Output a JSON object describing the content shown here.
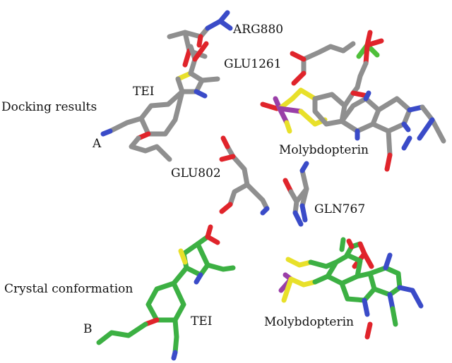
{
  "panels": {
    "docking": {
      "title": "Docking results",
      "letter": "A",
      "labels": {
        "arg": "ARG880",
        "glu1261": "GLU1261",
        "tei": "TEI",
        "molybdopterin": "Molybdopterin",
        "glu802": "GLU802",
        "gln767": "GLN767"
      }
    },
    "crystal": {
      "title": "Crystal conformation",
      "letter": "B",
      "labels": {
        "tei": "TEI",
        "molybdopterin": "Molybdopterin"
      }
    }
  },
  "colors": {
    "carbon_docking": "#9a9a9a",
    "carbon_crystal": "#3cb043",
    "oxygen": "#e0242b",
    "nitrogen": "#3a4bc8",
    "sulfur": "#e8e02a",
    "molybdenum": "#9a3fa8",
    "phosphate": "#4fbf3a"
  }
}
